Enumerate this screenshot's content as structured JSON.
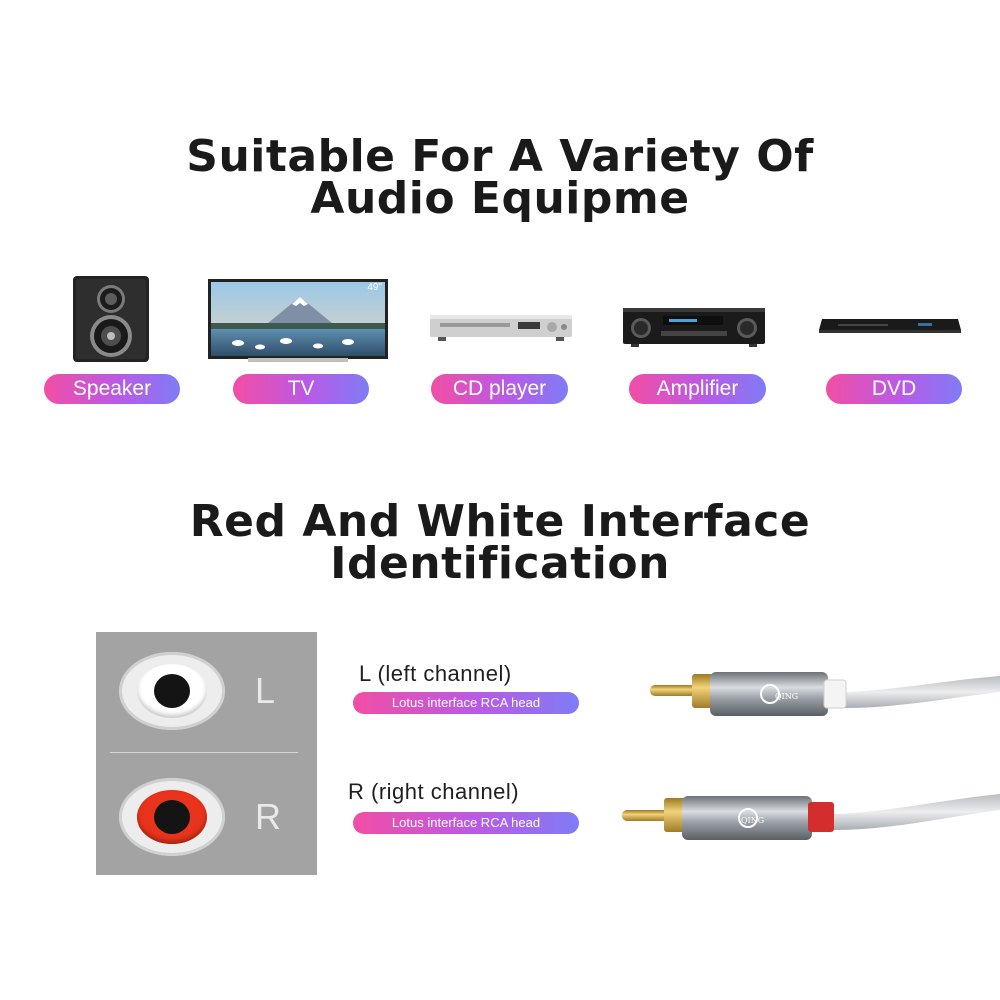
{
  "section1": {
    "line1": "Suitable For A Variety Of",
    "line2": "Audio Equipme"
  },
  "tv_badge": "49\"",
  "devices": [
    {
      "label": "Speaker",
      "icon": "speaker-icon"
    },
    {
      "label": "TV",
      "icon": "tv-icon"
    },
    {
      "label": "CD player",
      "icon": "cd-player-icon"
    },
    {
      "label": "Amplifier",
      "icon": "amplifier-icon"
    },
    {
      "label": "DVD",
      "icon": "dvd-player-icon"
    }
  ],
  "section2": {
    "line1": "Red And White Interface",
    "line2": "Identification"
  },
  "channels": {
    "left": {
      "letter": "L",
      "title": "L (left channel)",
      "subtitle": "Lotus interface RCA head",
      "color": "#ffffff"
    },
    "right": {
      "letter": "R",
      "title": "R (right channel)",
      "subtitle": "Lotus interface RCA head",
      "color": "#e8341c"
    }
  },
  "brand": "QING",
  "colors": {
    "pill_start": "#f24ea4",
    "pill_mid": "#b95ae6",
    "pill_end": "#7f7cf5",
    "panel": "#a3a3a3",
    "gold": "#d9b24a"
  }
}
